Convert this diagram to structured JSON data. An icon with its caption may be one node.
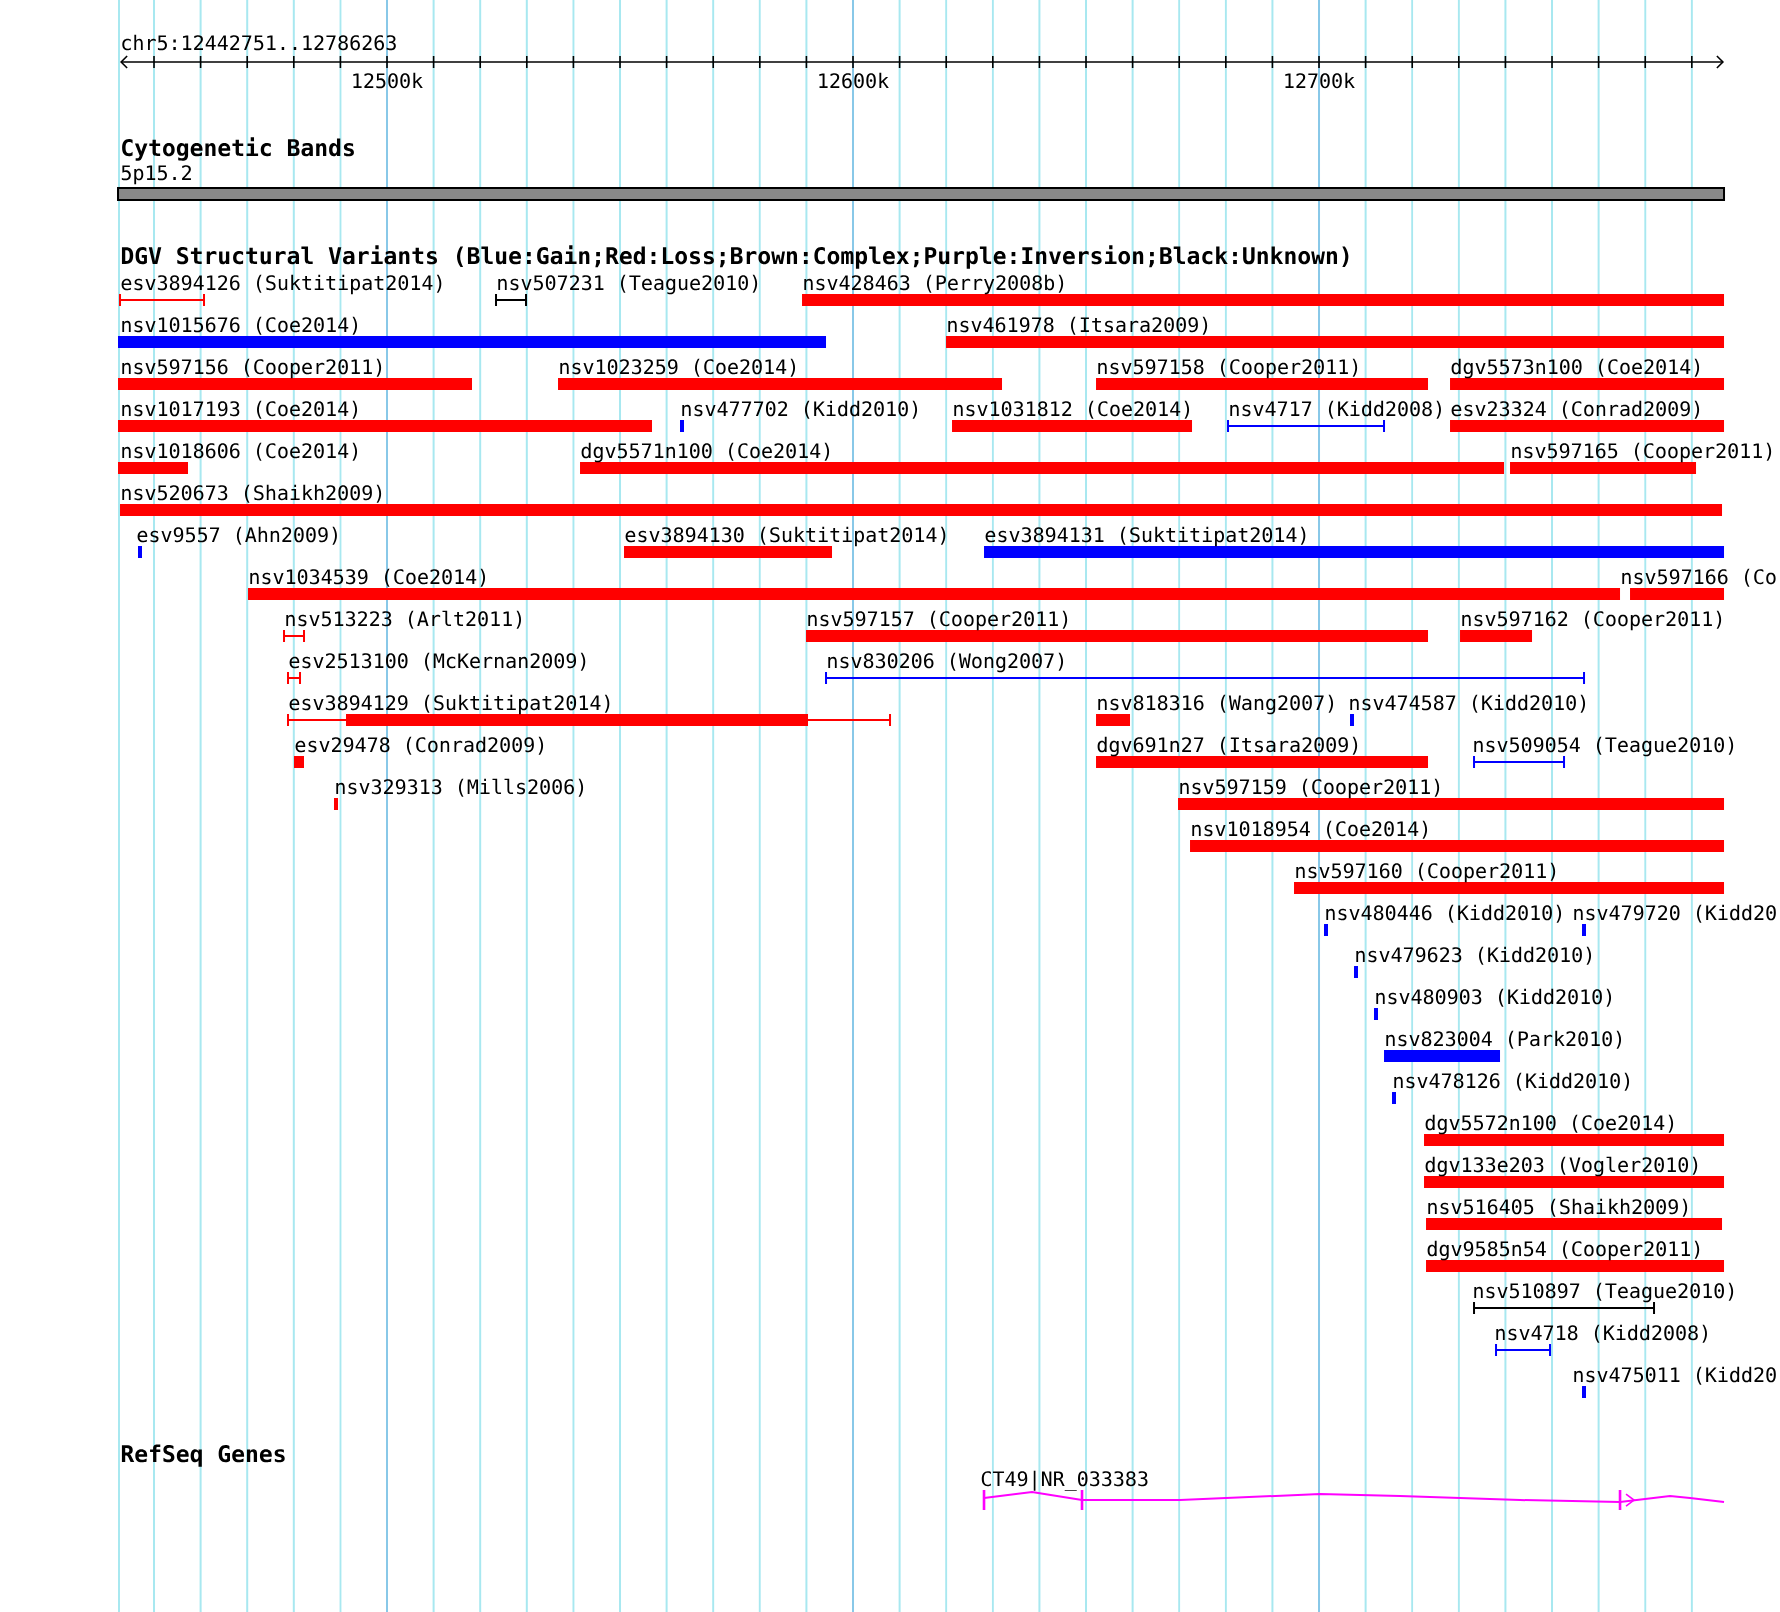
{
  "diagram": {
    "nodes": [
      {
        "text": [
          "esv3894126 (Suktitipat2014)"
        ]
      },
      {
        "text": [
          "nsv507231 (Teague2010)"
        ]
      },
      {
        "text": [
          "nsv428463 (Perry2008b)"
        ]
      },
      {
        "text": [
          "nsv1015676 (Coe2014)"
        ]
      },
      {
        "text": [
          "nsv461978 (Itsara2009)"
        ]
      },
      {
        "text": [
          "nsv597156 (Cooper2011)"
        ]
      },
      {
        "text": [
          "nsv1023259 (Coe2014)"
        ]
      },
      {
        "text": [
          "nsv597158 (Cooper2011)"
        ]
      },
      {
        "text": [
          "dgv5573n100 (Coe2014)"
        ]
      },
      {
        "text": [
          "nsv1017193 (Coe2014)"
        ]
      },
      {
        "text": [
          "nsv477702 (Kidd2010)"
        ]
      },
      {
        "text": [
          "nsv1031812 (Coe2014)"
        ]
      },
      {
        "text": [
          "nsv4717 (Kidd2008)"
        ]
      },
      {
        "text": [
          "esv23324 (Conrad2009)"
        ]
      },
      {
        "text": [
          "nsv1018606 (Coe2014)"
        ]
      },
      {
        "text": [
          "dgv5571n100 (Coe2014)"
        ]
      },
      {
        "text": [
          "nsv597165 (Cooper2011)"
        ]
      },
      {
        "text": [
          "nsv520673 (Shaikh2009)"
        ]
      },
      {
        "text": [
          "esv9557 (Ahn2009)"
        ]
      },
      {
        "text": [
          "esv3894130 (Suktitipat2014)"
        ]
      },
      {
        "text": [
          "esv3894131 (Suktitipat2014)"
        ]
      },
      {
        "text": [
          "nsv1034539 (Coe2014)"
        ]
      },
      {
        "text": [
          "nsv597166 (Co"
        ]
      },
      {
        "text": [
          "nsv513223 (Arlt2011)"
        ]
      },
      {
        "text": [
          "nsv597157 (Cooper2011)"
        ]
      },
      {
        "text": [
          "nsv597162 (Cooper2011)"
        ]
      },
      {
        "text": [
          "esv2513100 (McKernan2009)"
        ]
      },
      {
        "text": [
          "nsv830206 (Wong2007)"
        ]
      },
      {
        "text": [
          "esv3894129 (Suktitipat2014)"
        ]
      },
      {
        "text": [
          "nsv818316 (Wang2007)"
        ]
      },
      {
        "text": [
          "nsv474587 (Kidd2010)"
        ]
      },
      {
        "text": [
          "esv29478 (Conrad2009)"
        ]
      },
      {
        "text": [
          "dgv691n27 (Itsara2009)"
        ]
      },
      {
        "text": [
          "nsv509054 (Teague2010)"
        ]
      },
      {
        "text": [
          "nsv329313 (Mills2006)"
        ]
      },
      {
        "text": [
          "nsv597159 (Cooper2011)"
        ]
      },
      {
        "text": [
          "nsv1018954 (Coe2014)"
        ]
      },
      {
        "text": [
          "nsv597160 (Cooper2011)"
        ]
      },
      {
        "text": [
          "nsv480446 (Kidd2010)"
        ]
      },
      {
        "text": [
          "nsv479720 (Kidd20"
        ]
      },
      {
        "text": [
          "nsv479623 (Kidd2010)"
        ]
      },
      {
        "text": [
          "nsv480903 (Kidd2010)"
        ]
      },
      {
        "text": [
          "nsv823004 (Park2010)"
        ]
      },
      {
        "text": [
          "nsv478126 (Kidd2010)"
        ]
      },
      {
        "text": [
          "dgv5572n100 (Coe2014)"
        ]
      },
      {
        "text": [
          "dgv133e203 (Vogler2010)"
        ]
      },
      {
        "text": [
          "nsv516405 (Shaikh2009)"
        ]
      },
      {
        "text": [
          "dgv9585n54 (Cooper2011)"
        ]
      },
      {
        "text": [
          "nsv510897 (Teague2010)"
        ]
      },
      {
        "text": [
          "nsv4718 (Kidd2008)"
        ]
      },
      {
        "text": [
          "nsv475011 (Kidd20"
        ]
      },
      {
        "text": [
          "CT49|NR_033383"
        ]
      }
    ],
    "labels": [
      "chr5:12442751..12786263",
      "12500k",
      "12600k",
      "12700k",
      "Cytogenetic Bands",
      "5p15.2",
      "DGV Structural Variants (Blue:Gain;Red:Loss;Brown:Complex;Purple:Inversion;Black:Unknown)",
      "RefSeq Genes"
    ]
  }
}
